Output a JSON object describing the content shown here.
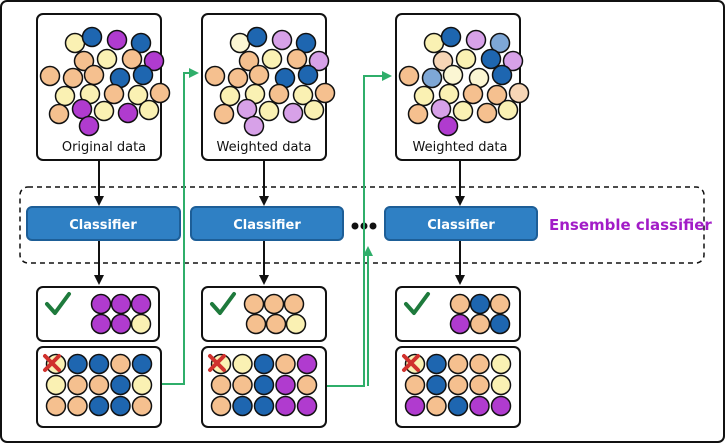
{
  "colors": {
    "frame": "#111111",
    "classifier_fill": "#2F80C4",
    "classifier_border": "#1D5E97",
    "arrow_black": "#111111",
    "arrow_green": "#2FAE6A",
    "ensemble_text": "#A21CC7",
    "check": "#1E7A3C",
    "cross": "#D0312D",
    "blue": "#1E66B0",
    "orange": "#F5C08F",
    "yellow": "#FAF1B3",
    "purple": "#B03BCF",
    "blue_faded": "#7EA7D6",
    "orange_faded": "#F7D6B6",
    "yellow_faded": "#FBF6D3",
    "purple_faded": "#D7A1E8"
  },
  "ensemble": {
    "label": "Ensemble classifier"
  },
  "stages": [
    {
      "data_label": "Original data",
      "classifier_label": "Classifier",
      "data_points": [
        "yellow",
        "blue",
        "purple",
        "blue",
        "orange",
        "yellow",
        "orange",
        "purple",
        "orange",
        "orange",
        "orange",
        "blue",
        "blue",
        "yellow",
        "yellow",
        "orange",
        "yellow",
        "orange",
        "purple",
        "yellow",
        "purple",
        "yellow",
        "orange",
        "purple"
      ],
      "correct_points": [
        "purple",
        "purple",
        "purple",
        "purple",
        "purple",
        "yellow"
      ],
      "wrong_points": [
        "yellow",
        "blue",
        "blue",
        "orange",
        "blue",
        "yellow",
        "orange",
        "orange",
        "blue",
        "yellow",
        "orange",
        "orange",
        "blue",
        "blue",
        "orange"
      ],
      "icons": {
        "correct": "check-icon",
        "wrong": "cross-icon"
      }
    },
    {
      "data_label": "Weighted data",
      "classifier_label": "Classifier",
      "data_points": [
        "yellow_faded",
        "blue",
        "purple_faded",
        "blue",
        "orange",
        "yellow",
        "orange",
        "purple_faded",
        "orange",
        "orange",
        "orange",
        "blue",
        "blue",
        "yellow",
        "yellow",
        "orange",
        "yellow",
        "orange",
        "purple_faded",
        "yellow",
        "purple_faded",
        "yellow",
        "orange",
        "purple_faded"
      ],
      "correct_points": [
        "orange",
        "orange",
        "orange",
        "orange",
        "orange",
        "yellow"
      ],
      "wrong_points": [
        "yellow",
        "yellow",
        "blue",
        "orange",
        "purple",
        "orange",
        "orange",
        "blue",
        "purple",
        "orange",
        "orange",
        "blue",
        "blue",
        "purple",
        "purple"
      ],
      "icons": {
        "correct": "check-icon",
        "wrong": "cross-icon"
      }
    },
    {
      "data_label": "Weighted data",
      "classifier_label": "Classifier",
      "data_points": [
        "yellow",
        "blue",
        "purple_faded",
        "blue_faded",
        "orange_faded",
        "yellow",
        "blue",
        "purple_faded",
        "orange",
        "blue_faded",
        "yellow_faded",
        "yellow_faded",
        "blue",
        "yellow",
        "yellow",
        "orange",
        "orange",
        "orange_faded",
        "purple_faded",
        "yellow",
        "orange",
        "yellow",
        "orange",
        "purple"
      ],
      "correct_points": [
        "orange",
        "blue",
        "orange",
        "purple",
        "orange",
        "blue"
      ],
      "wrong_points": [
        "yellow",
        "blue",
        "orange",
        "orange",
        "yellow",
        "orange",
        "blue",
        "orange",
        "orange",
        "yellow",
        "purple",
        "orange",
        "blue",
        "purple",
        "purple"
      ],
      "icons": {
        "correct": "check-icon",
        "wrong": "cross-icon"
      }
    }
  ]
}
